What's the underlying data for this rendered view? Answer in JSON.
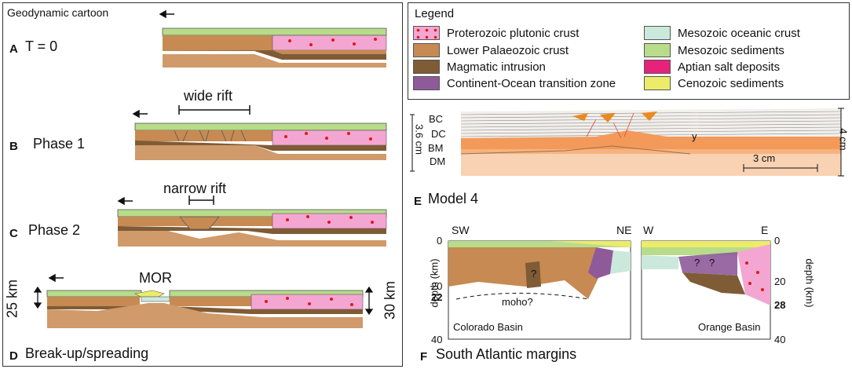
{
  "cartoon": {
    "title": "Geodynamic cartoon",
    "a_letter": "A",
    "a_text": "T = 0",
    "b_letter": "B",
    "b_text": "Phase 1",
    "wide_rift": "wide rift",
    "c_letter": "C",
    "c_text": "Phase 2",
    "narrow_rift": "narrow rift",
    "mor": "MOR",
    "km25": "25 km",
    "km30": "30 km",
    "d_letter": "D",
    "d_text": "Break-up/spreading"
  },
  "legend": {
    "title": "Legend",
    "items": [
      {
        "label": "Proterozoic plutonic crust",
        "color": "#f4a6d3"
      },
      {
        "label": "Lower Palaeozoic crust",
        "color": "#c68a52"
      },
      {
        "label": "Magmatic intrusion",
        "color": "#7f5b36"
      },
      {
        "label": "Continent-Ocean transition zone",
        "color": "#8e5a9a"
      },
      {
        "label": "Mesozoic oceanic crust",
        "color": "#cbe8dc"
      },
      {
        "label": "Mesozoic sediments",
        "color": "#b8dc8a"
      },
      {
        "label": "Aptian salt deposits",
        "color": "#e8227a"
      },
      {
        "label": "Cenozoic sediments",
        "color": "#ecec6a"
      }
    ]
  },
  "model": {
    "bc": "BC",
    "dc": "DC",
    "bm": "BM",
    "dm": "DM",
    "y": "y",
    "height_left": "3.6 cm",
    "height_right": "4 cm",
    "scale": "3 cm",
    "e_letter": "E",
    "e_text": "Model 4"
  },
  "margins": {
    "sw": "SW",
    "ne": "NE",
    "w": "W",
    "e": "E",
    "depth_label": "depth (km)",
    "ticks_left": [
      "0",
      "20",
      "22",
      "40"
    ],
    "ticks_right": [
      "0",
      "20",
      "28",
      "40"
    ],
    "q": "?",
    "moho": "moho?",
    "colorado": "Colorado Basin",
    "orange": "Orange Basin",
    "f_letter": "F",
    "f_text": "South Atlantic margins"
  }
}
